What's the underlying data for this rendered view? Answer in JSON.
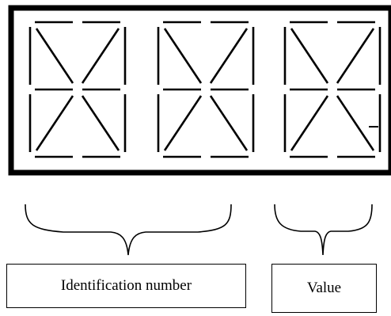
{
  "labels": {
    "identification": "Identification number",
    "value": "Value"
  },
  "display": {
    "digit_count": 3,
    "decimal_point_after_digit": 3
  },
  "colors": {
    "ink": "#000000",
    "background": "#ffffff"
  }
}
